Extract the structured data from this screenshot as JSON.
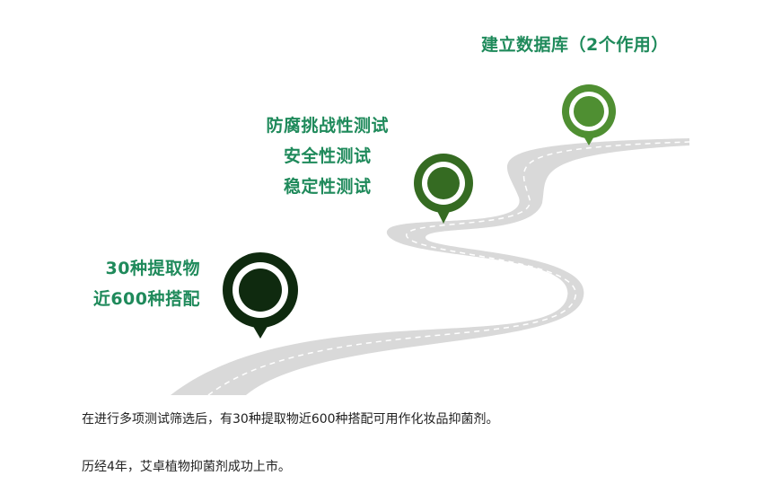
{
  "milestones": [
    {
      "lines": [
        "30种提取物",
        "近600种搭配"
      ],
      "pin_color": "#0f2a0f"
    },
    {
      "lines": [
        "防腐挑战性测试",
        "安全性测试",
        "稳定性测试"
      ],
      "pin_color": "#356b22"
    },
    {
      "lines": [
        "建立数据库（2个作用）"
      ],
      "pin_color": "#4f8f32"
    }
  ],
  "label_color": "#1f8a5b",
  "road_color": "#d9d9d9",
  "paragraphs": [
    "在进行多项测试筛选后，有30种提取物近600种搭配可用作化妆品抑菌剂。",
    "历经4年，艾卓植物抑菌剂成功上市。"
  ]
}
